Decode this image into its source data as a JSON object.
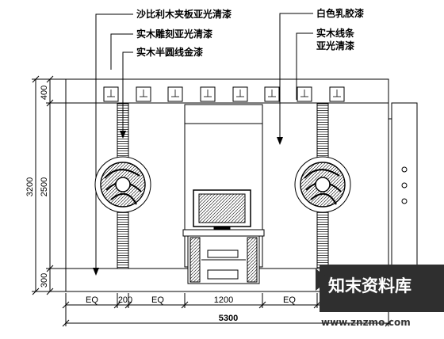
{
  "annotations": {
    "left_1": "沙比利木夹板亚光清漆",
    "left_2": "实木雕刻亚光清漆",
    "left_3": "实木半圆线金漆",
    "right_1": "白色乳胶漆",
    "right_2a": "实木线条",
    "right_2b": "亚光清漆"
  },
  "dimensions": {
    "vertical": [
      "400",
      "2500",
      "3200",
      "300"
    ],
    "horizontal": [
      "EQ",
      "200",
      "EQ",
      "1200",
      "EQ"
    ],
    "total": "5300"
  },
  "watermark": {
    "brand": "知末资料库",
    "url": "www.znzmo.com"
  },
  "colors": {
    "line": "#000000",
    "watermark_bg": "#2f2f2f",
    "watermark_text": "#ffffff"
  }
}
